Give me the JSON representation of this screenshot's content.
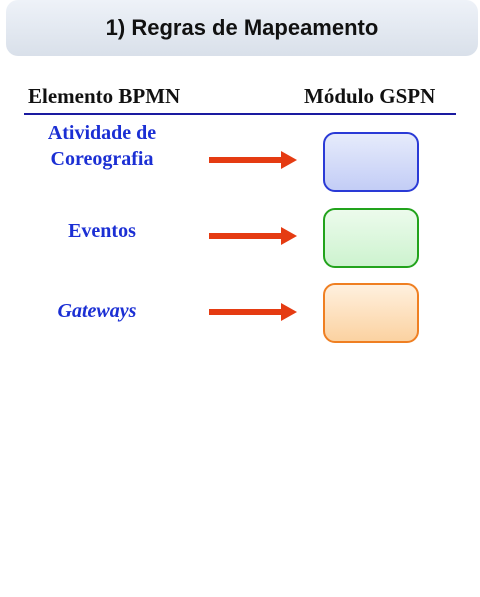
{
  "title": "1) Regras de Mapeamento",
  "headers": {
    "left": "Elemento BPMN",
    "right": "Módulo GSPN"
  },
  "rows": [
    {
      "label_line1": "Atividade de",
      "label_line2": "Coreografia",
      "box_border": "#2a3ad6",
      "box_top": "#e6ebfb",
      "box_bottom": "#c3cdf6"
    },
    {
      "label_line1": "Eventos",
      "label_line2": "",
      "box_border": "#22a31c",
      "box_top": "#ecfbec",
      "box_bottom": "#cdf3cf"
    },
    {
      "label_line1": "Gateways",
      "label_line2": "",
      "box_border": "#ef7f22",
      "box_top": "#fff0de",
      "box_bottom": "#fbd2a1"
    }
  ],
  "colors": {
    "arrow": "#e53b12",
    "label": "#1b2fd4",
    "rule": "#1a1aa0"
  }
}
